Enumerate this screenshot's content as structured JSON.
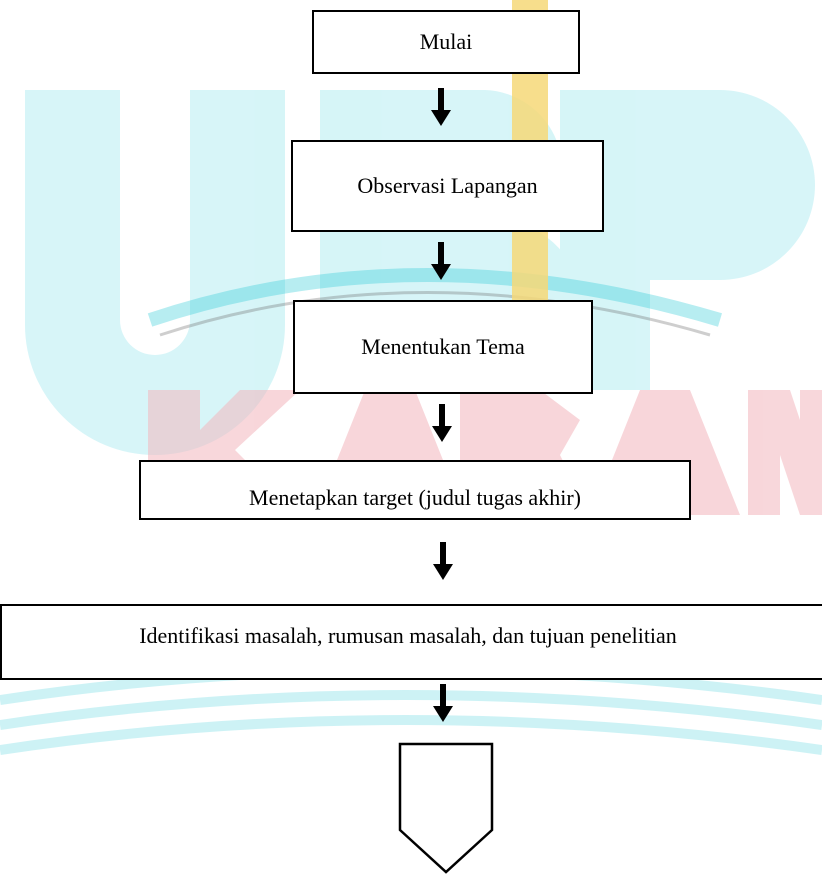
{
  "watermark": {
    "text": "UBP KARAWANG",
    "colors": {
      "cyan": "#22c9d6",
      "pink": "#f3b6bd",
      "gold": "#f6d878"
    }
  },
  "flowchart": {
    "steps": [
      {
        "label": "Mulai"
      },
      {
        "label": "Observasi Lapangan"
      },
      {
        "label": "Menentukan Tema"
      },
      {
        "label": "Menetapkan target (judul tugas akhir)"
      },
      {
        "label": "Identifikasi masalah, rumusan masalah, dan tujuan penelitian"
      }
    ],
    "offpage_connector": "off-page-connector"
  }
}
